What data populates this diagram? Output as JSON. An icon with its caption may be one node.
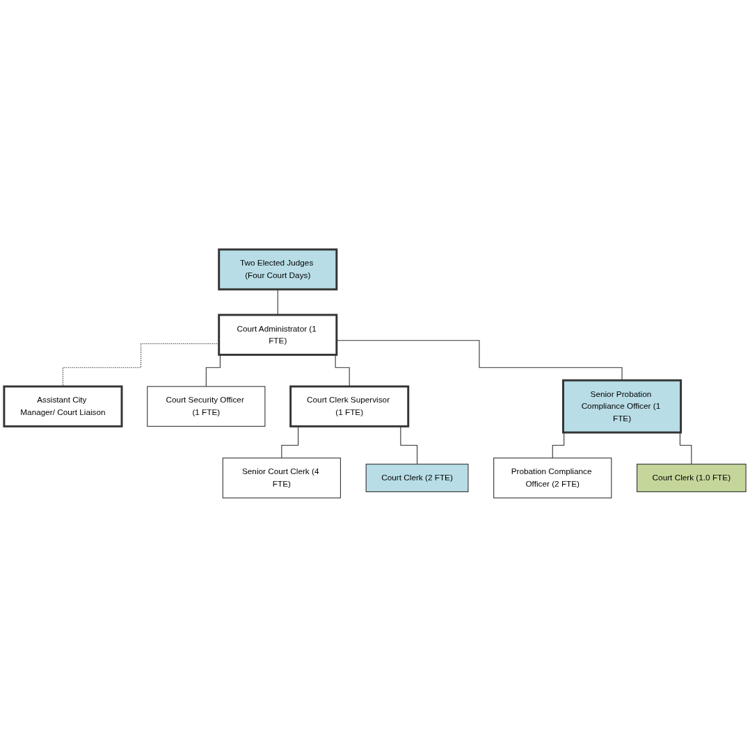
{
  "diagram": {
    "nodes": [
      {
        "text": [
          "Two Elected Judges (Four Court Days)"
        ]
      },
      {
        "text": [
          "Court Administrator (1 FTE)"
        ]
      },
      {
        "text": [
          "Assistant City Manager/ Court Liaison"
        ]
      },
      {
        "text": [
          "Court Security Officer (1 FTE)"
        ]
      },
      {
        "text": [
          "Court Clerk Supervisor (1 FTE)"
        ]
      },
      {
        "text": [
          "Senior Probation Compliance Officer (1 FTE)"
        ]
      },
      {
        "text": [
          "Senior Court Clerk (4 FTE)"
        ]
      },
      {
        "text": [
          "Court Clerk (2 FTE)"
        ]
      },
      {
        "text": [
          "Probation Compliance Officer (2 FTE)"
        ]
      },
      {
        "text": [
          "Court Clerk (1.0 FTE)"
        ]
      }
    ],
    "edges": [
      {
        "from": 0,
        "to": 1,
        "arrow": "none"
      },
      {
        "from": 1,
        "to": 2,
        "arrow": "none",
        "style": "dashed"
      },
      {
        "from": 1,
        "to": 3,
        "arrow": "none"
      },
      {
        "from": 1,
        "to": 4,
        "arrow": "none"
      },
      {
        "from": 1,
        "to": 5,
        "arrow": "none"
      },
      {
        "from": 4,
        "to": 6,
        "arrow": "none"
      },
      {
        "from": 4,
        "to": 7,
        "arrow": "none"
      },
      {
        "from": 5,
        "to": 8,
        "arrow": "none"
      },
      {
        "from": 5,
        "to": 9,
        "arrow": "none"
      }
    ]
  }
}
